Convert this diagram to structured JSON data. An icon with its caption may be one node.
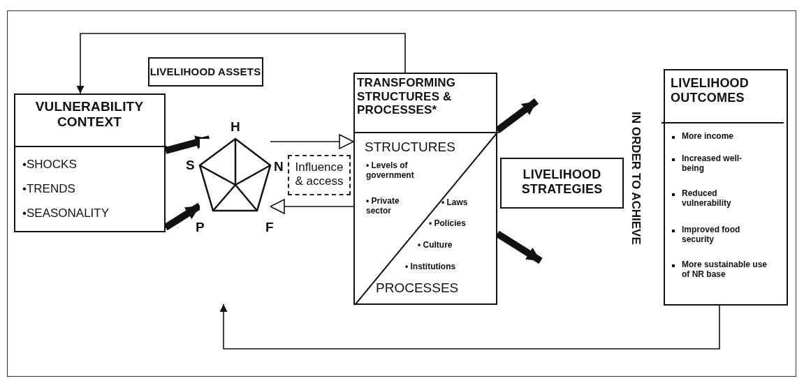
{
  "diagram": {
    "nodes": [
      {
        "text": [
          "VULNERABILITY CONTEXT",
          "•SHOCKS",
          "•TRENDS",
          "•SEASONALITY"
        ]
      },
      {
        "text": [
          "LIVELIHOOD ASSETS"
        ]
      },
      {
        "text": [],
        "shape": "pentagon",
        "beside": [
          "H",
          "S",
          "N",
          "P",
          "F"
        ]
      },
      {
        "text": [
          "Influence & access"
        ]
      },
      {
        "text": [
          "TRANSFORMING STRUCTURES & PROCESSES*",
          "STRUCTURES",
          "• Levels of government",
          "• Private sector",
          "• Laws",
          "• Policies",
          "• Culture",
          "• Institutions",
          "PROCESSES"
        ]
      },
      {
        "text": [
          "LIVELIHOOD STRATEGIES"
        ]
      },
      {
        "text": [
          "LIVELIHOOD OUTCOMES",
          "More income",
          "Increased well- being",
          "Reduced vulnerability",
          "Improved food security",
          "More sustainable use of NR base"
        ]
      }
    ],
    "edges": [
      {
        "from": 0,
        "to": 2,
        "arrow": "to",
        "style": "thick"
      },
      {
        "from": 0,
        "to": 2,
        "arrow": "to",
        "style": "thick"
      },
      {
        "from": 2,
        "to": 4,
        "arrow": "to"
      },
      {
        "from": 4,
        "to": 2,
        "arrow": "to"
      },
      {
        "from": 4,
        "to": null,
        "arrow": "to",
        "style": "thick"
      },
      {
        "from": 4,
        "to": null,
        "arrow": "to",
        "style": "thick"
      },
      {
        "from": 4,
        "to": 0,
        "arrow": "to"
      },
      {
        "from": 6,
        "to": null,
        "arrow": "to"
      }
    ],
    "labels": [
      "IN ORDER TO ACHIEVE"
    ]
  }
}
